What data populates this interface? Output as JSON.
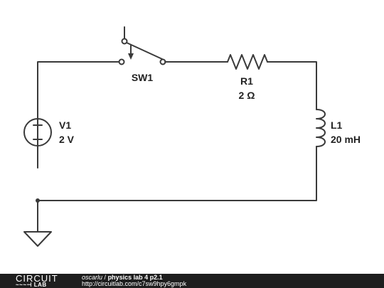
{
  "diagram": {
    "switch": {
      "name": "SW1"
    },
    "resistor": {
      "name": "R1",
      "value": "2 Ω"
    },
    "source": {
      "name": "V1",
      "value": "2 V"
    },
    "inductor": {
      "name": "L1",
      "value": "20 mH"
    }
  },
  "footer": {
    "brand_top": "CIRCUIT",
    "brand_bottom": "LAB",
    "author": "oscarlu",
    "separator": "/",
    "title": "physics lab 4 p2.1",
    "url": "http://circuitlab.com/c7sw9hpy6gmpk"
  },
  "colors": {
    "wire": "#3a3a3a",
    "footer_bg": "#1e1e1e",
    "footer_text": "#ffffff"
  }
}
